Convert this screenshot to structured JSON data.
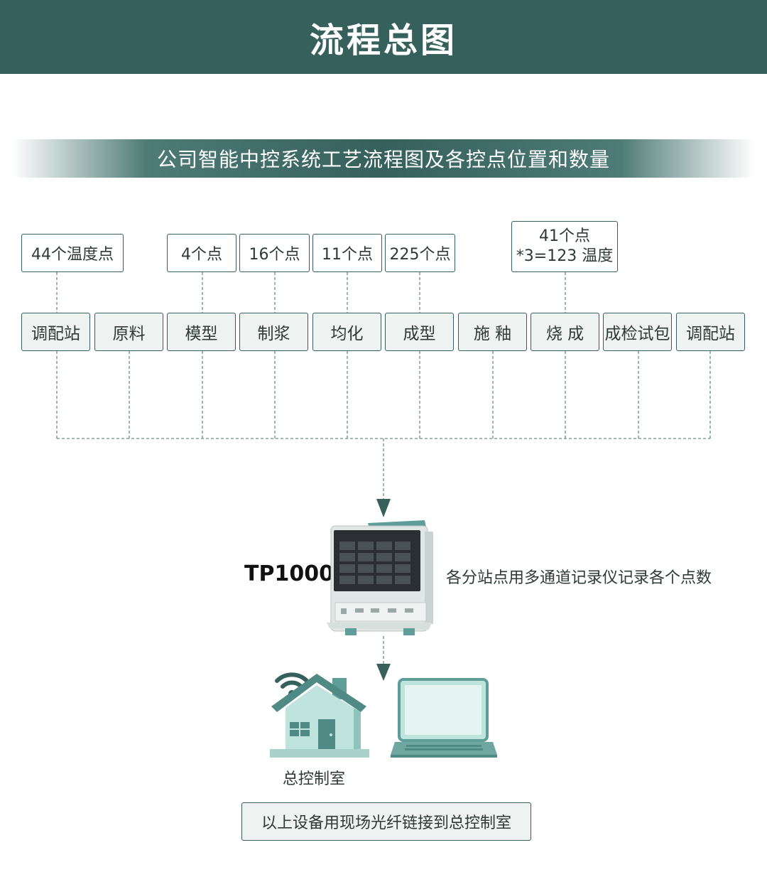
{
  "header": {
    "title": "流程总图"
  },
  "subtitle": "公司智能中控系统工艺流程图及各控点位置和数量",
  "counts": [
    {
      "text": "44个温度点"
    },
    {
      "text": "4个点"
    },
    {
      "text": "16个点"
    },
    {
      "text": "11个点"
    },
    {
      "text": "225个点"
    },
    {
      "line1": "41个点",
      "line2": "*3=123 温度"
    }
  ],
  "stages": [
    "调配站",
    "原料",
    "模型",
    "制浆",
    "均化",
    "成型",
    "施 釉",
    "烧 成",
    "成检试包",
    "调配站"
  ],
  "device": {
    "name": "TP1000",
    "description": "各分站点用多通道记录仪记录各个点数"
  },
  "control_room": {
    "label": "总控制室"
  },
  "footer_note": "以上设备用现场光纤链接到总控制室",
  "colors": {
    "primary": "#35605c",
    "stage_bg": "#eef2f1",
    "icon_teal": "#5f9e98"
  }
}
